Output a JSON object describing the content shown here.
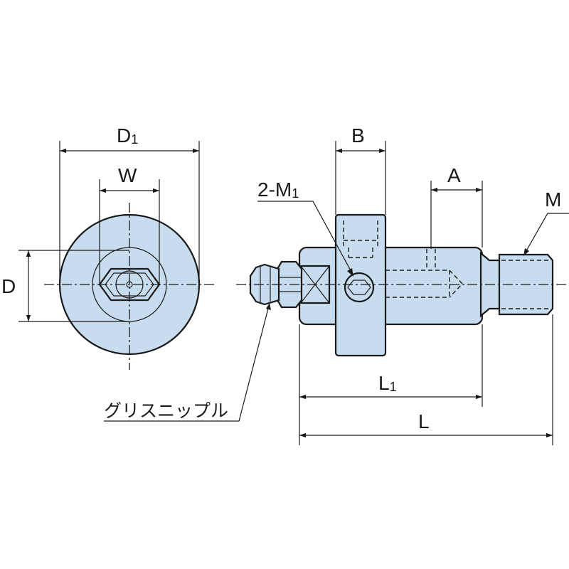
{
  "labels": {
    "d1_main": "D",
    "d1_sub": "1",
    "w": "W",
    "d": "D",
    "b": "B",
    "a": "A",
    "m": "M",
    "m1_main": "2-M",
    "m1_sub": "1",
    "l1_main": "L",
    "l1_sub": "1",
    "l": "L",
    "grease_nipple": "グリスニップル"
  },
  "colors": {
    "body_fill": "#c8dcef",
    "line": "#1a1a1a"
  }
}
